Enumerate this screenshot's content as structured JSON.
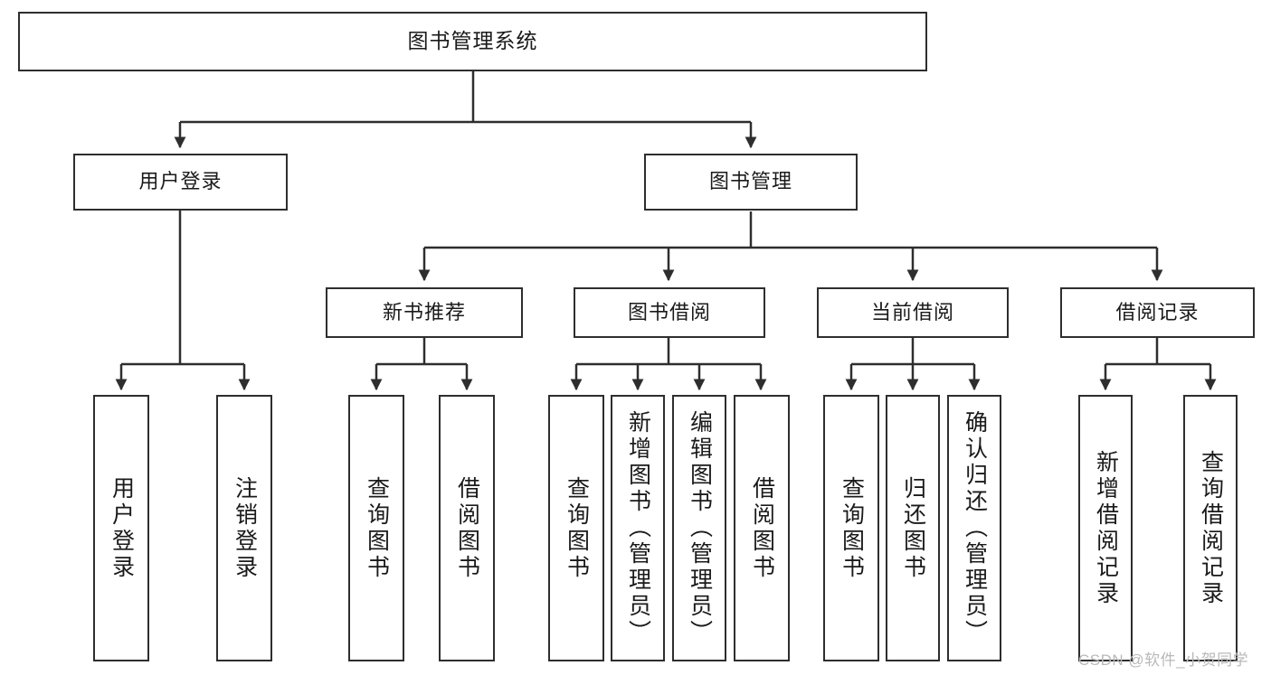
{
  "diagram": {
    "title": "图书管理系统",
    "type": "tree-hierarchy",
    "root": {
      "label": "图书管理系统"
    },
    "level1": [
      {
        "label": "用户登录"
      },
      {
        "label": "图书管理"
      }
    ],
    "level2": [
      {
        "label": "新书推荐"
      },
      {
        "label": "图书借阅"
      },
      {
        "label": "当前借阅"
      },
      {
        "label": "借阅记录"
      }
    ],
    "leaves": {
      "user_login": [
        {
          "label": "用户登录"
        },
        {
          "label": "注销登录"
        }
      ],
      "new_book_recommend": [
        {
          "label": "查询图书"
        },
        {
          "label": "借阅图书"
        }
      ],
      "book_borrow": [
        {
          "label": "查询图书"
        },
        {
          "label": "新增图书（管理员）"
        },
        {
          "label": "编辑图书（管理员）"
        },
        {
          "label": "借阅图书"
        }
      ],
      "current_borrow": [
        {
          "label": "查询图书"
        },
        {
          "label": "归还图书"
        },
        {
          "label": "确认归还（管理员）"
        }
      ],
      "borrow_record": [
        {
          "label": "新增借阅记录"
        },
        {
          "label": "查询借阅记录"
        }
      ]
    },
    "watermark": "CSDN @软件_小贺同学",
    "colors": {
      "stroke": "#2e2e2e",
      "fill": "#ffffff",
      "text": "#1a1a1a",
      "watermark": "#b9b9b9"
    }
  }
}
